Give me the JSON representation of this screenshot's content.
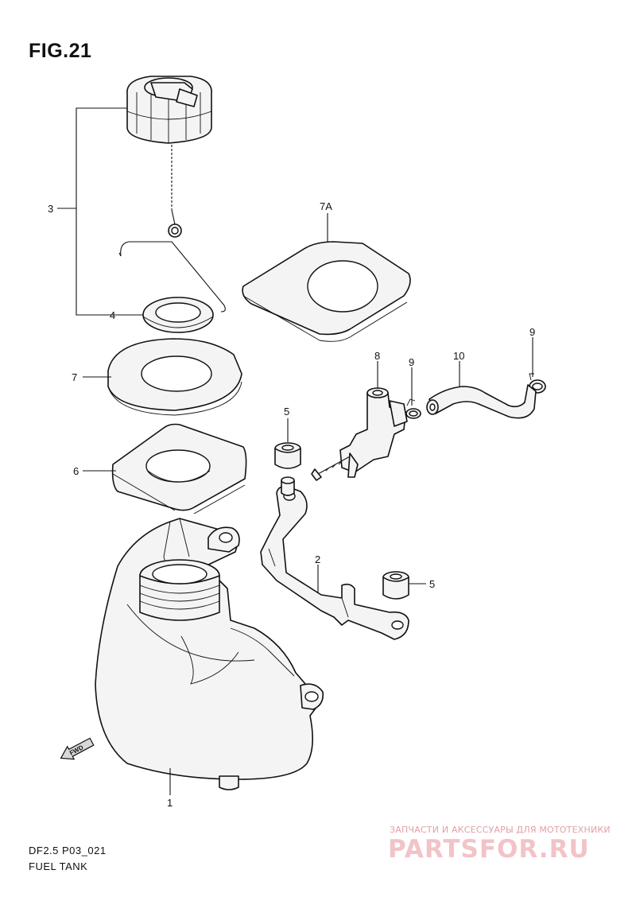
{
  "figure": {
    "title": "FIG.21"
  },
  "footer": {
    "model_code": "DF2.5 P03_021",
    "part_group": "FUEL TANK"
  },
  "watermark": {
    "tagline": "ЗАПЧАСТИ И АКСЕССУАРЫ ДЛЯ МОТОТЕХНИКИ",
    "logo_text": "PARTSFOR.RU"
  },
  "direction_marker": {
    "label": "FWD",
    "icon": "fwd-arrow-icon"
  },
  "callouts": {
    "fuel_tank": "1",
    "bracket": "2",
    "fuel_cap_assembly": "3",
    "cap_gasket": "4",
    "grommet_upper": "5",
    "grommet_right": "5",
    "cushion_lower": "6",
    "cushion_ring": "7",
    "cushion_plate": "7A",
    "fuel_cock": "8",
    "clip_left": "9",
    "clip_right": "9",
    "fuel_hose": "10"
  },
  "colors": {
    "line_art": "#111111",
    "watermark": "#f2c3c8"
  }
}
